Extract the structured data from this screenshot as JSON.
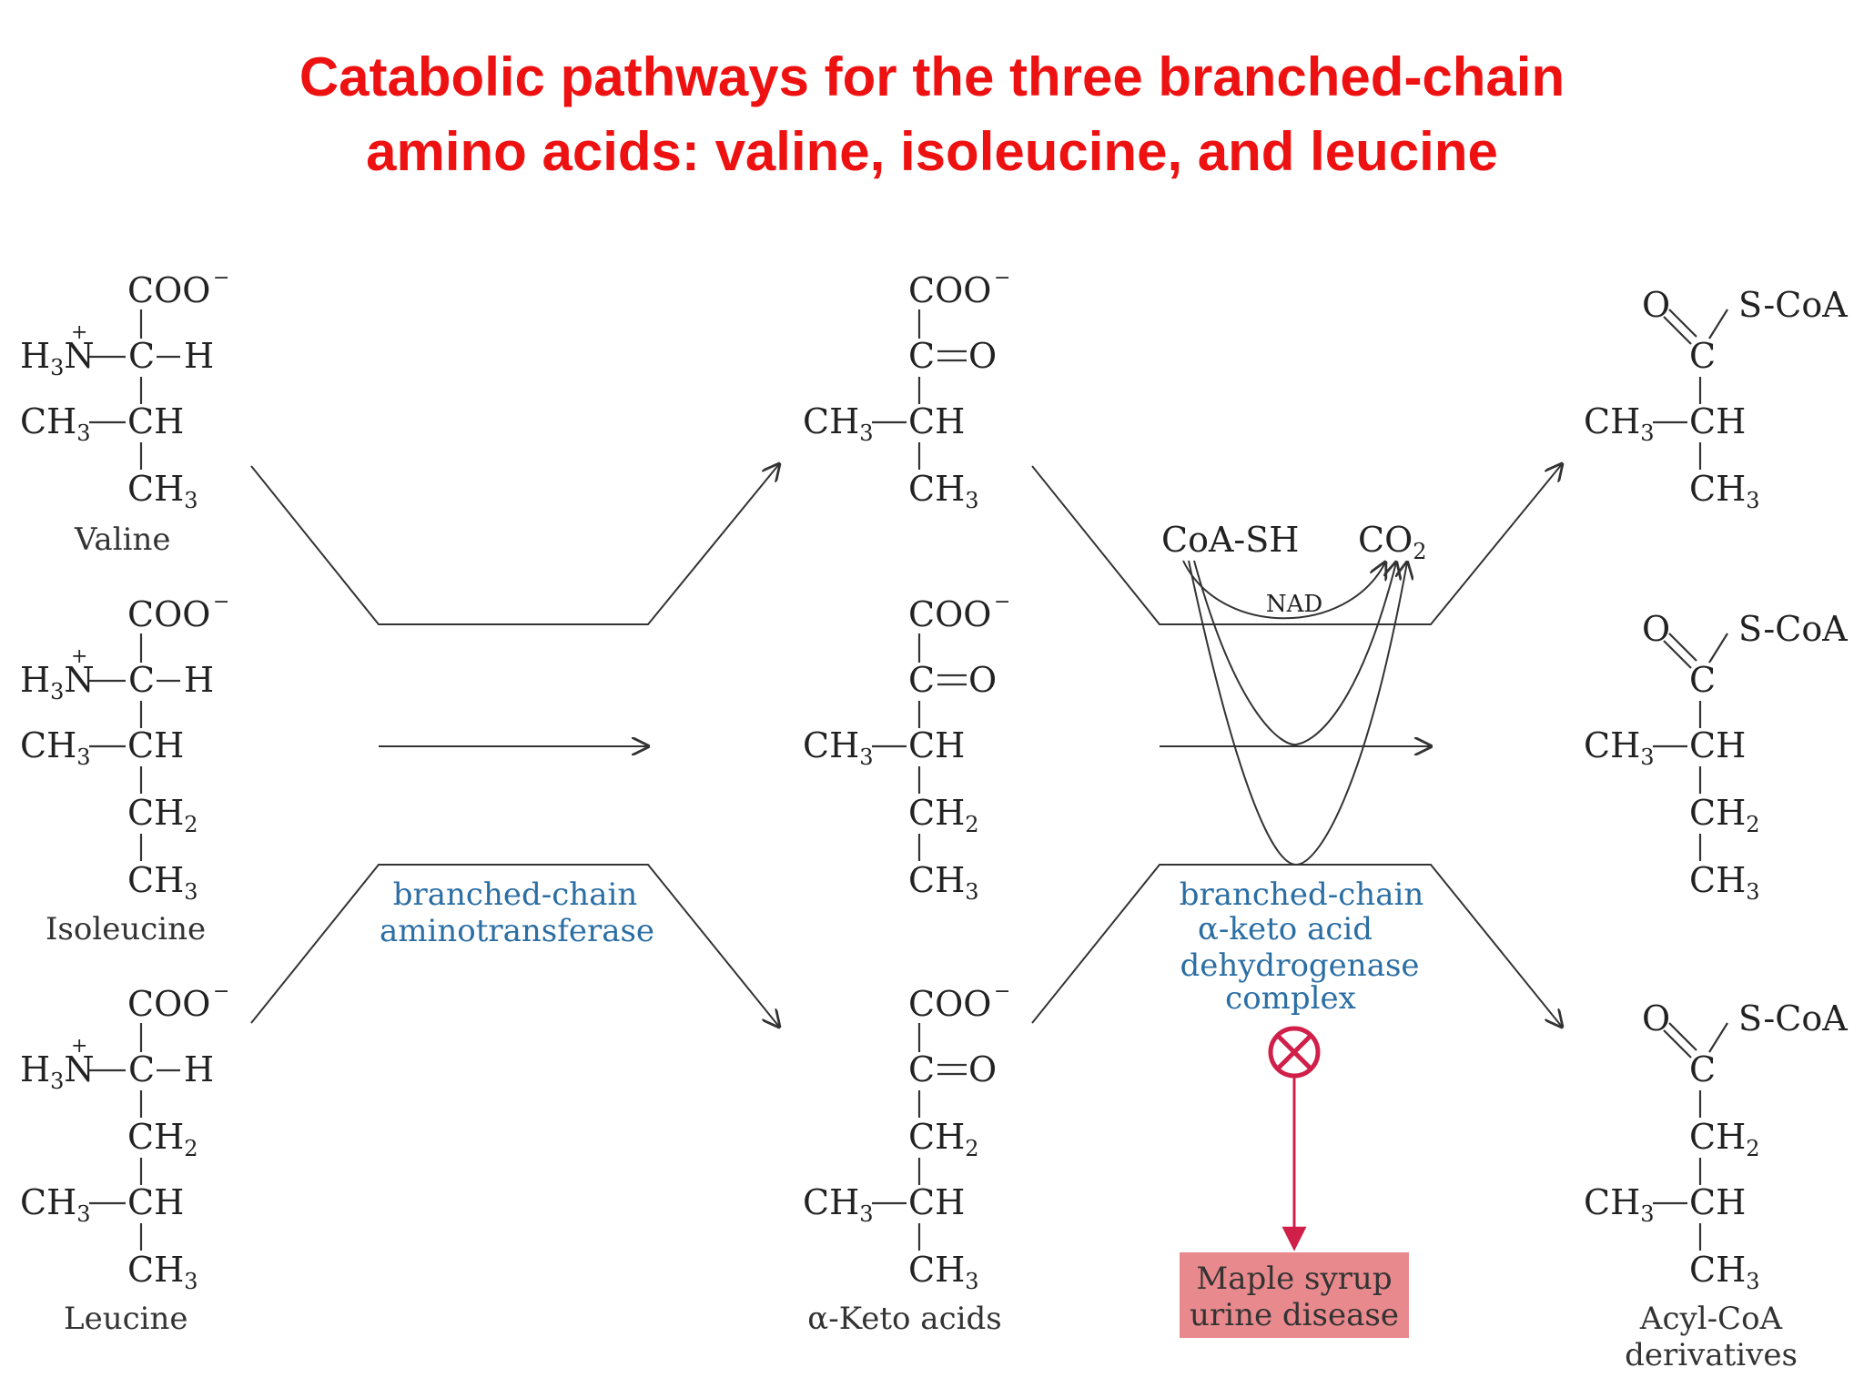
{
  "title": {
    "line1": "Catabolic pathways for the three branched-chain",
    "line2": "amino acids: valine, isoleucine, and leucine"
  },
  "compounds": {
    "valine": "Valine",
    "isoleucine": "Isoleucine",
    "leucine": "Leucine",
    "keto_acids": "α-Keto acids",
    "acyl_coa_1": "Acyl-CoA",
    "acyl_coa_2": "derivatives"
  },
  "enzymes": {
    "aminotransferase_1": "branched-chain",
    "aminotransferase_2": "aminotransferase",
    "dehydrogenase_1": "branched-chain",
    "dehydrogenase_2": "α-keto acid",
    "dehydrogenase_3": "dehydrogenase",
    "dehydrogenase_4": "complex"
  },
  "cofactors": {
    "coash": "CoA-SH",
    "co2": "CO",
    "co2_sub": "2",
    "nad": "NAD"
  },
  "disease": {
    "line1": "Maple syrup",
    "line2": "urine disease"
  },
  "atoms": {
    "coo": "COO",
    "minus": "−",
    "plus": "+",
    "h3n": "H",
    "n": "N",
    "c": "C",
    "h": "H",
    "ch": "CH",
    "ch3": "CH",
    "ch2": "CH",
    "sub3": "3",
    "sub2": "2",
    "o": "O",
    "scoa": "S-CoA"
  },
  "colors": {
    "title": "#ee1111",
    "enzyme": "#2b6ea4",
    "block_symbol": "#d0204a",
    "disease_box": "#e8898d"
  }
}
